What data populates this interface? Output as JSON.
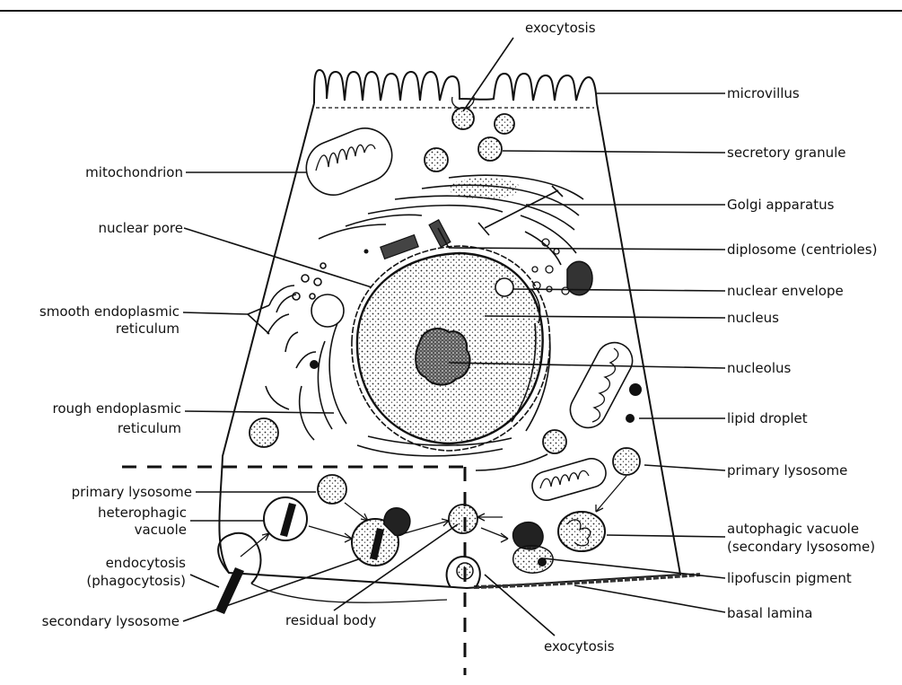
{
  "labels": {
    "exocytosis_top": "exocytosis",
    "microvillus": "microvillus",
    "secretory_granule": "secretory granule",
    "mitochondrion": "mitochondrion",
    "golgi_apparatus": "Golgi apparatus",
    "nuclear_pore": "nuclear pore",
    "diplosome": "diplosome (centrioles)",
    "nuclear_envelope": "nuclear envelope",
    "ser_line1": "smooth endoplasmic",
    "ser_line2": "reticulum",
    "nucleus": "nucleus",
    "nucleolus": "nucleolus",
    "rer_line1": "rough endoplasmic",
    "rer_line2": "reticulum",
    "lipid_droplet": "lipid droplet",
    "primary_lysosome_right": "primary lysosome",
    "primary_lysosome_left": "primary lysosome",
    "heterophagic_line1": "heterophagic",
    "heterophagic_line2": "vacuole",
    "autophagic_line1": "autophagic vacuole",
    "autophagic_line2": "(secondary lysosome)",
    "endocytosis_line1": "endocytosis",
    "endocytosis_line2": "(phagocytosis)",
    "lipofuscin": "lipofuscin pigment",
    "basal_lamina": "basal lamina",
    "secondary_lysosome": "secondary lysosome",
    "residual_body": "residual body",
    "exocytosis_bottom": "exocytosis"
  }
}
